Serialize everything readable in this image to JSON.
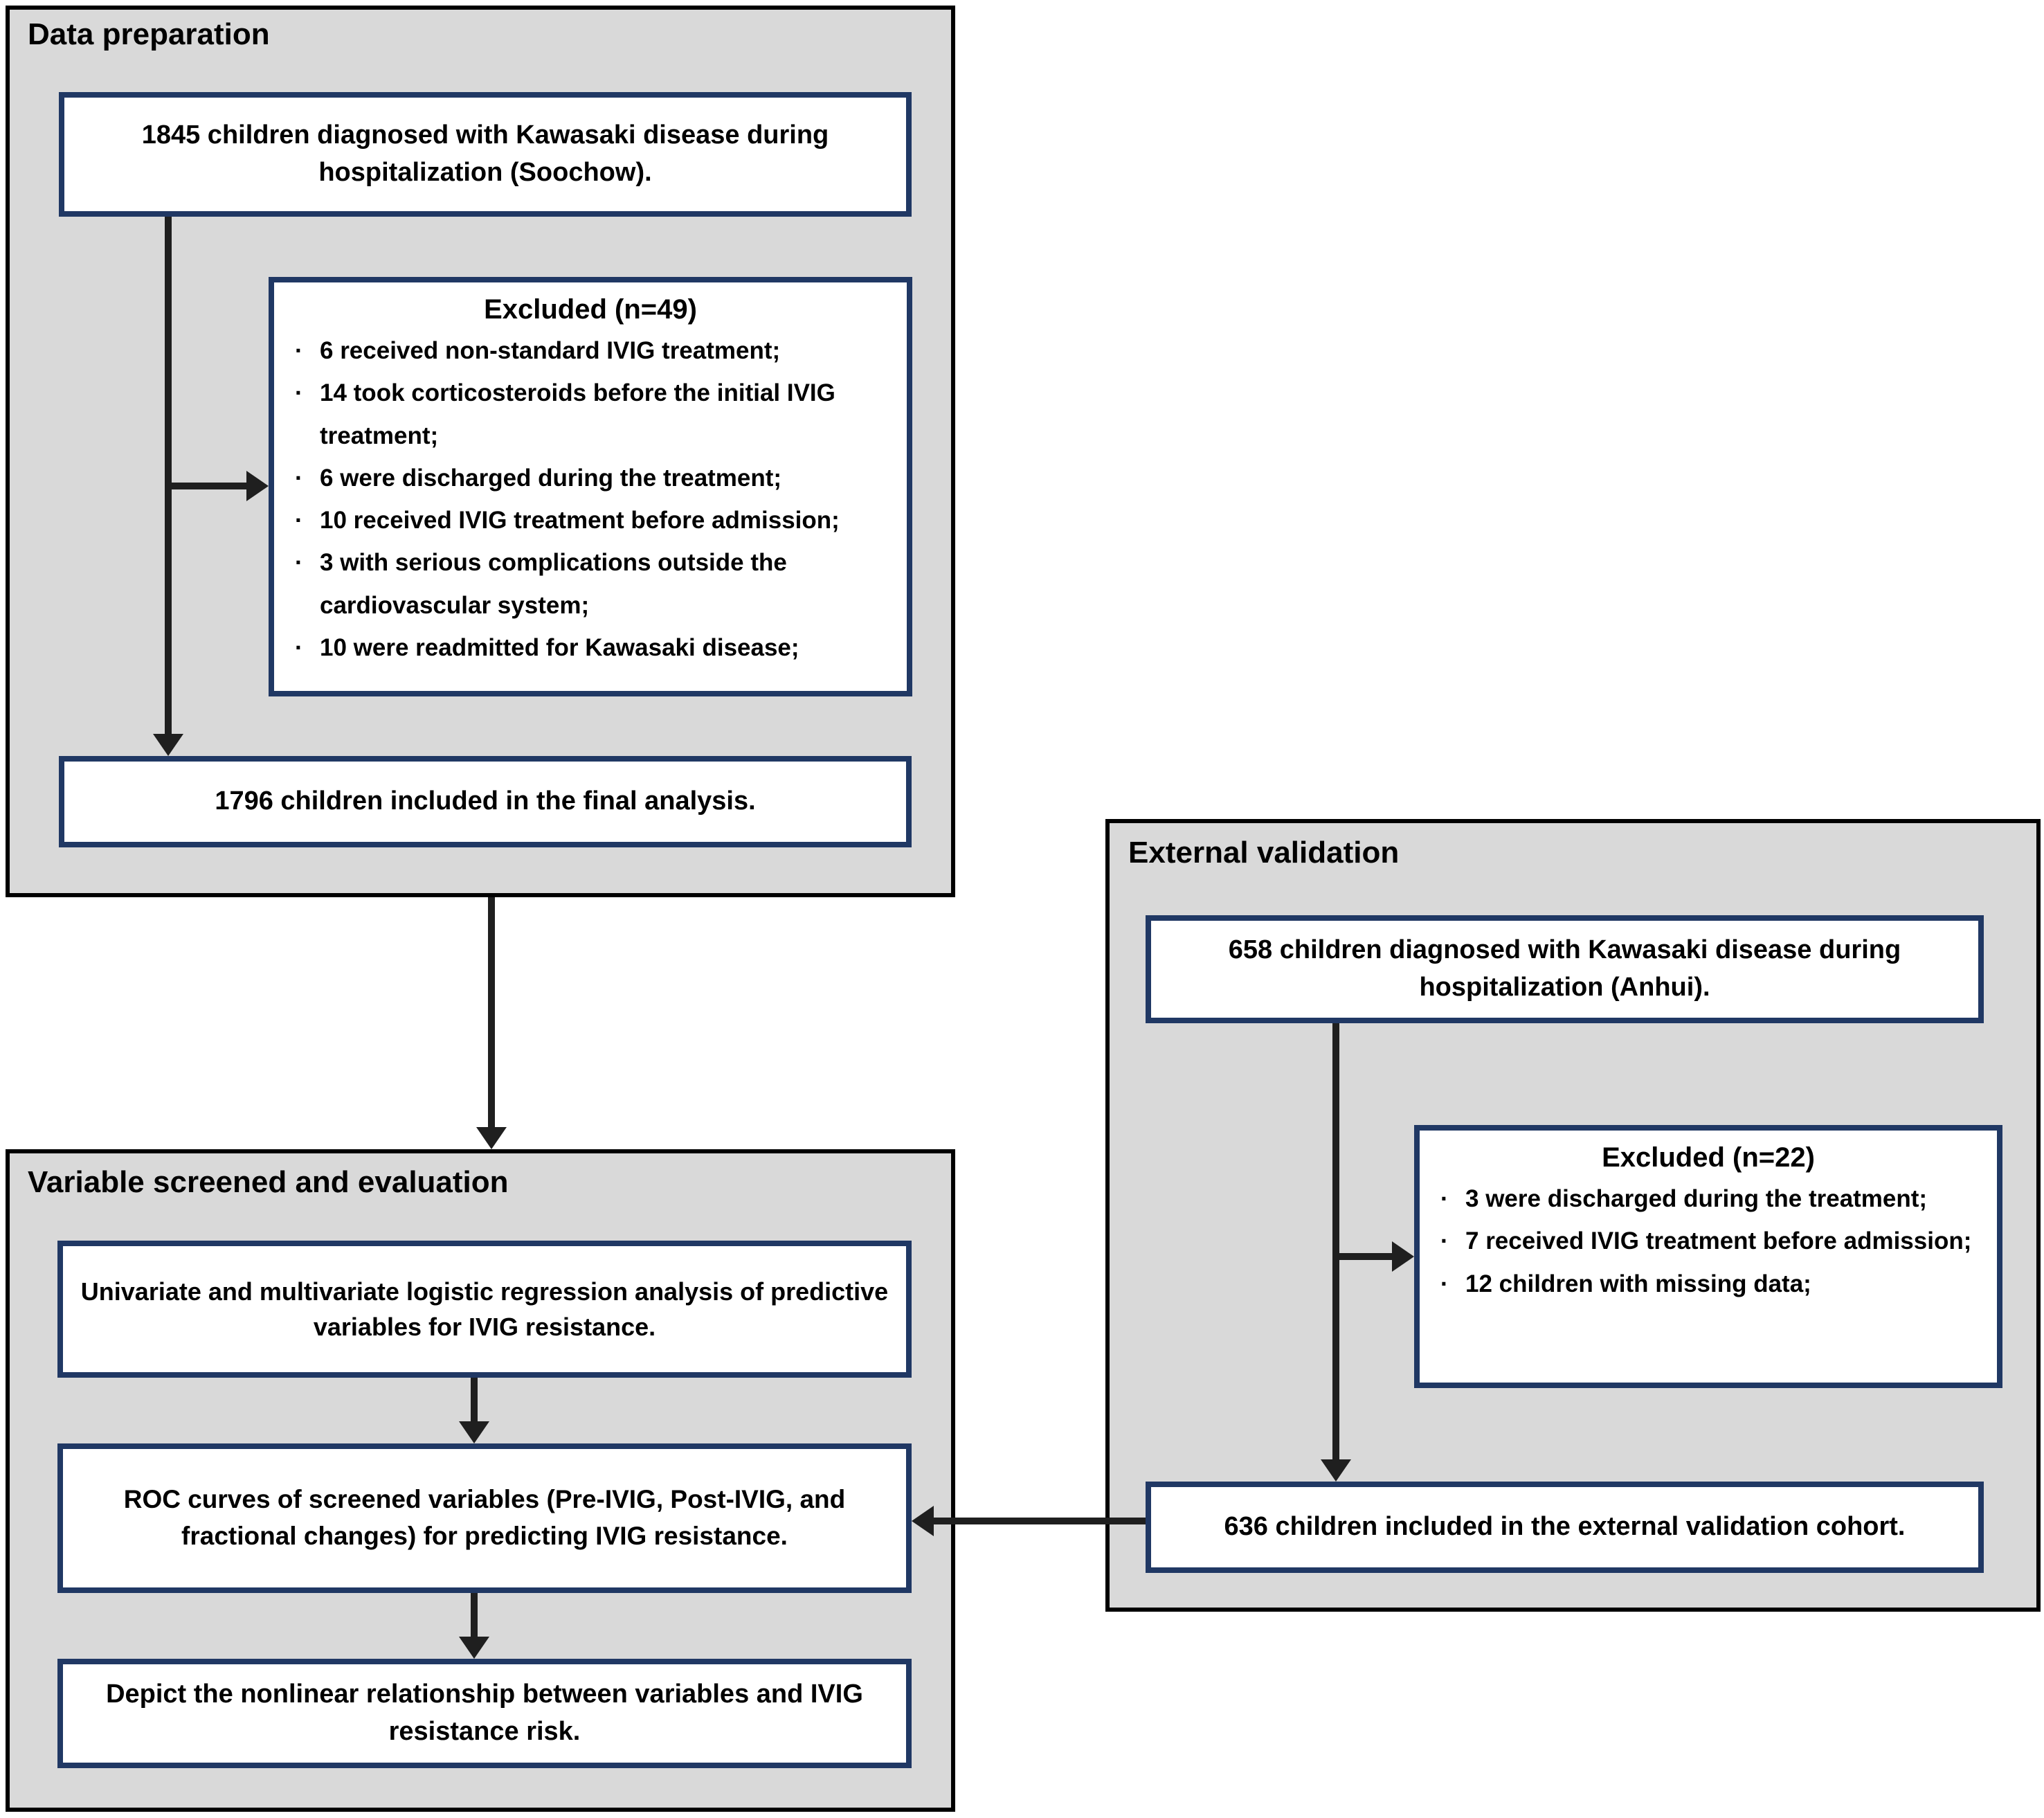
{
  "palette": {
    "page_bg": "#ffffff",
    "panel_bg": "#d9d9d9",
    "panel_border": "#000000",
    "box_bg": "#ffffff",
    "box_border": "#203864",
    "arrow": "#1f1f1f",
    "text": "#000000"
  },
  "data_preparation": {
    "title": "Data preparation",
    "box_1845": "1845 children diagnosed with Kawasaki disease during hospitalization (Soochow).",
    "excluded": {
      "title": "Excluded (n=49)",
      "items": [
        "6 received non-standard IVIG treatment;",
        "14 took corticosteroids before the initial IVIG treatment;",
        "6 were discharged during the treatment;",
        "10 received IVIG treatment before admission;",
        "3 with serious complications outside the cardiovascular system;",
        "10 were readmitted for Kawasaki disease;"
      ]
    },
    "box_1796": "1796 children included in the final analysis."
  },
  "variable_screening": {
    "title": "Variable screened and evaluation",
    "box_regression": "Univariate and multivariate logistic regression analysis of predictive variables for IVIG resistance.",
    "box_roc": "ROC curves of screened variables (Pre-IVIG, Post-IVIG, and fractional changes) for predicting IVIG resistance.",
    "box_nonlinear": "Depict the nonlinear relationship between variables and IVIG resistance risk."
  },
  "external_validation": {
    "title": "External validation",
    "box_658": "658 children diagnosed with Kawasaki disease during hospitalization (Anhui).",
    "excluded": {
      "title": "Excluded (n=22)",
      "items": [
        "3 were discharged during the treatment;",
        "7 received IVIG treatment before admission;",
        "12 children with missing data;"
      ]
    },
    "box_636": "636 children included in the external validation cohort."
  }
}
